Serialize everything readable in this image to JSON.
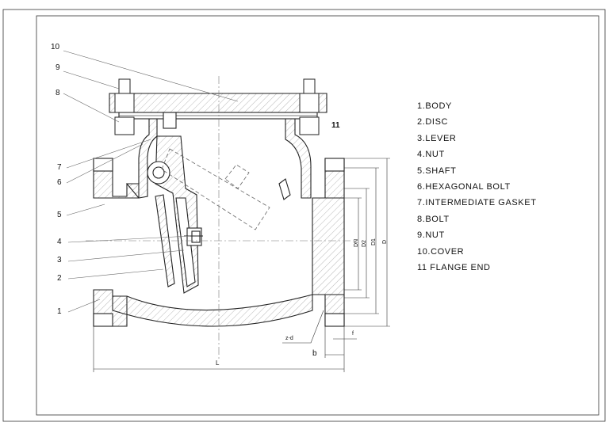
{
  "parts": [
    "1.BODY",
    "2.DISC",
    "3.LEVER",
    "4.NUT",
    "5.SHAFT",
    "6.HEXAGONAL BOLT",
    "7.INTERMEDIATE GASKET",
    "8.BOLT",
    "9.NUT",
    "10.COVER",
    "11 FLANGE END"
  ],
  "callouts": {
    "c1": "1",
    "c2": "2",
    "c3": "3",
    "c4": "4",
    "c5": "5",
    "c6": "6",
    "c7": "7",
    "c8": "8",
    "c9": "9",
    "c10": "10",
    "c11": "11"
  },
  "dimensions": {
    "length": "L",
    "b": "b",
    "f": "f",
    "zd": "z-d",
    "dn": "DN",
    "d2": "D2",
    "d1": "D1",
    "d": "D"
  },
  "colors": {
    "line": "#222222",
    "thin": "#666666",
    "hatch": "#888888"
  }
}
